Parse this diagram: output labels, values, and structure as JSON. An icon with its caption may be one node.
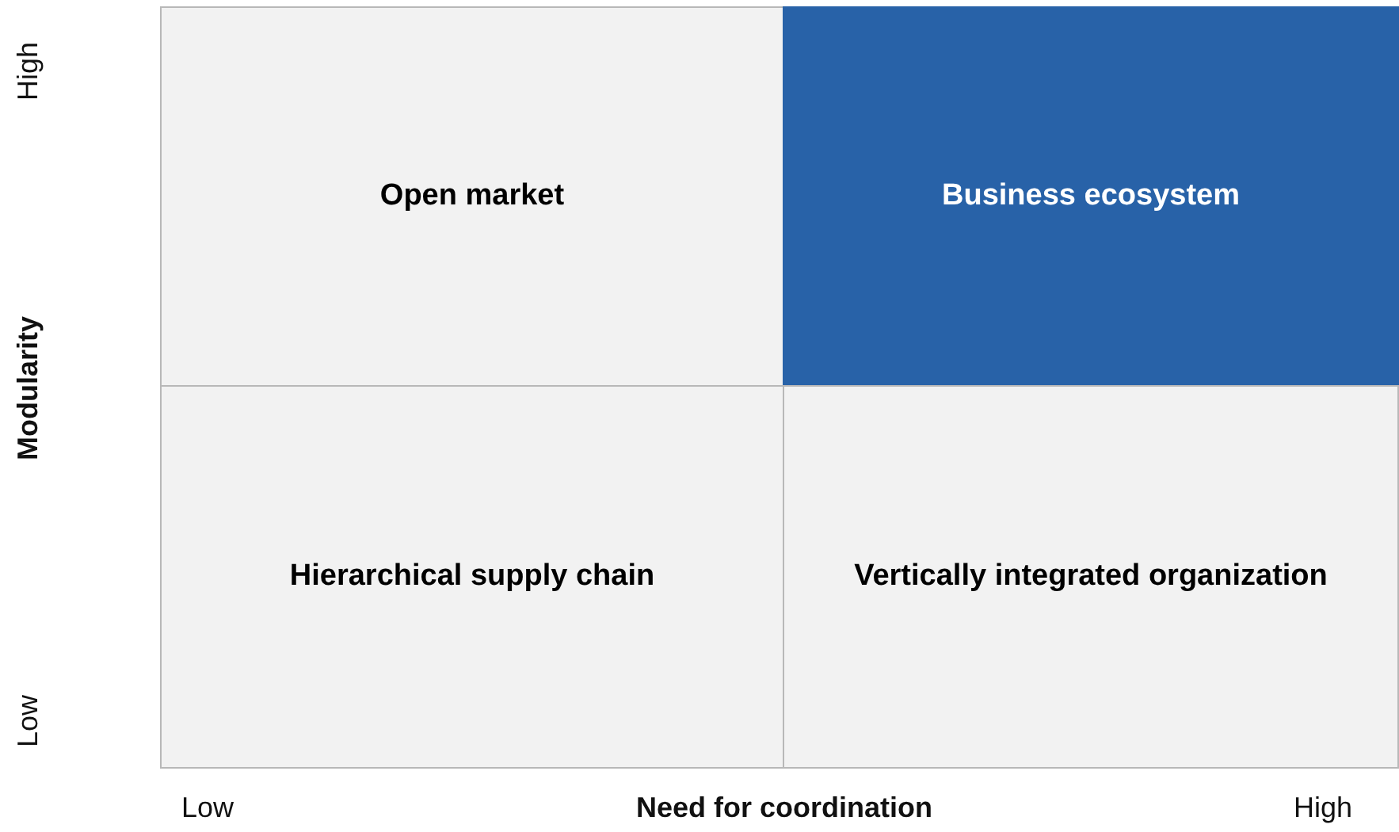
{
  "diagram": {
    "nodes": [
      {
        "text": [
          "Open market"
        ]
      },
      {
        "text": [
          "Business ecosystem"
        ]
      },
      {
        "text": [
          "Hierarchical supply chain"
        ]
      },
      {
        "text": [
          "Vertically integrated organization"
        ]
      }
    ],
    "labels": [
      "High",
      "Modularity",
      "Low",
      "Low",
      "Need for coordination",
      "High"
    ]
  }
}
